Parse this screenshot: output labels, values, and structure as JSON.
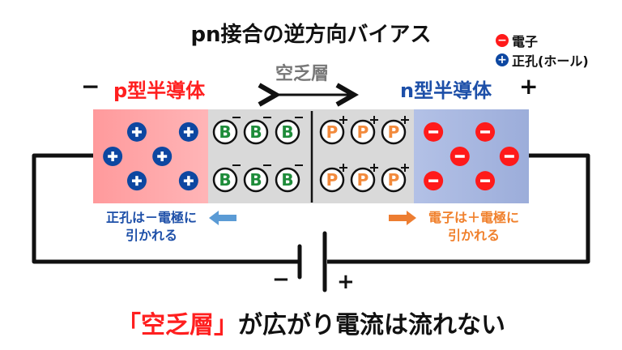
{
  "title": "pn接合の逆方向バイアス",
  "legend": [
    {
      "symbol": "−",
      "label": "電子",
      "color": "#ff1a1a"
    },
    {
      "symbol": "+",
      "label": "正孔(ホール)",
      "color": "#0d47a1"
    }
  ],
  "p_region": {
    "label": "p型半導体",
    "terminal": "−",
    "carrier": "+",
    "carrier_count": 6
  },
  "n_region": {
    "label": "n型半導体",
    "terminal": "+",
    "carrier": "−",
    "carrier_count": 6
  },
  "depletion": {
    "label": "空乏層",
    "acceptor": {
      "letter": "B",
      "charge": "−",
      "count": 6
    },
    "donor": {
      "letter": "P",
      "charge": "+",
      "count": 6
    }
  },
  "captions": {
    "left_line1": "正孔は－電極に",
    "left_line2": "引かれる",
    "right_line1": "電子は＋電極に",
    "right_line2": "引かれる"
  },
  "battery": {
    "minus": "−",
    "plus": "+"
  },
  "conclusion": {
    "highlight": "「空乏層」",
    "rest": "が広がり電流は流れない"
  },
  "colors": {
    "p_fill": "#ff9ea0",
    "n_fill": "#a3b3de",
    "depletion_fill": "#d9d9d9",
    "hole": "#0d47a1",
    "electron": "#ff1a1a",
    "acceptor_text": "#1e8c3a",
    "donor_text": "#f28a3c",
    "left_caption": "#1d4fa8",
    "right_caption": "#f0802c",
    "left_arrow": "#5b9bd5",
    "right_arrow": "#ed7d31"
  }
}
